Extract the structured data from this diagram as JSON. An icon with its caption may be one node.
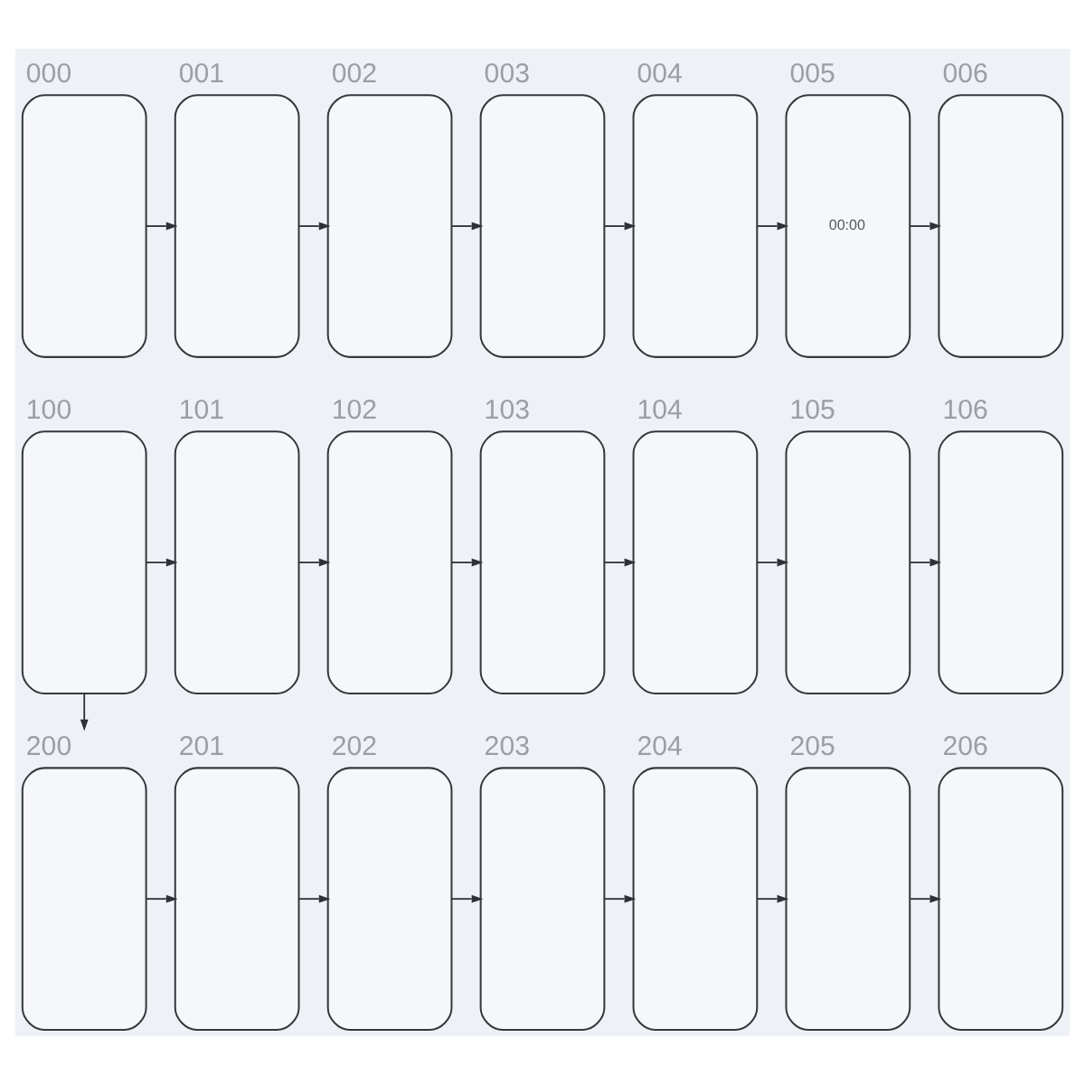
{
  "diagram": {
    "nodes": [
      {
        "text": [
          "000"
        ]
      },
      {
        "text": [
          "001"
        ]
      },
      {
        "text": [
          "002"
        ]
      },
      {
        "text": [
          "003"
        ]
      },
      {
        "text": [
          "004"
        ]
      },
      {
        "text": [
          "005",
          "00:00"
        ]
      },
      {
        "text": [
          "006"
        ]
      },
      {
        "text": [
          "100"
        ]
      },
      {
        "text": [
          "101"
        ]
      },
      {
        "text": [
          "102"
        ]
      },
      {
        "text": [
          "103"
        ]
      },
      {
        "text": [
          "104"
        ]
      },
      {
        "text": [
          "105"
        ]
      },
      {
        "text": [
          "106"
        ]
      },
      {
        "text": [
          "200"
        ]
      },
      {
        "text": [
          "201"
        ]
      },
      {
        "text": [
          "202"
        ]
      },
      {
        "text": [
          "203"
        ]
      },
      {
        "text": [
          "204"
        ]
      },
      {
        "text": [
          "205"
        ]
      },
      {
        "text": [
          "206"
        ]
      }
    ],
    "edges": [
      {
        "from": 0,
        "to": 1,
        "arrow": "to"
      },
      {
        "from": 1,
        "to": 2,
        "arrow": "to"
      },
      {
        "from": 2,
        "to": 3,
        "arrow": "to"
      },
      {
        "from": 3,
        "to": 4,
        "arrow": "to"
      },
      {
        "from": 4,
        "to": 5,
        "arrow": "to"
      },
      {
        "from": 5,
        "to": 6,
        "arrow": "to"
      },
      {
        "from": 7,
        "to": 8,
        "arrow": "to"
      },
      {
        "from": 8,
        "to": 9,
        "arrow": "to"
      },
      {
        "from": 9,
        "to": 10,
        "arrow": "to"
      },
      {
        "from": 10,
        "to": 11,
        "arrow": "to"
      },
      {
        "from": 11,
        "to": 12,
        "arrow": "to"
      },
      {
        "from": 12,
        "to": 13,
        "arrow": "to"
      },
      {
        "from": 7,
        "to": 14,
        "arrow": "to"
      },
      {
        "from": 14,
        "to": 15,
        "arrow": "to"
      },
      {
        "from": 15,
        "to": 16,
        "arrow": "to"
      },
      {
        "from": 16,
        "to": 17,
        "arrow": "to"
      },
      {
        "from": 17,
        "to": 18,
        "arrow": "to"
      },
      {
        "from": 18,
        "to": 19,
        "arrow": "to"
      },
      {
        "from": 19,
        "to": 20,
        "arrow": "to"
      }
    ]
  }
}
